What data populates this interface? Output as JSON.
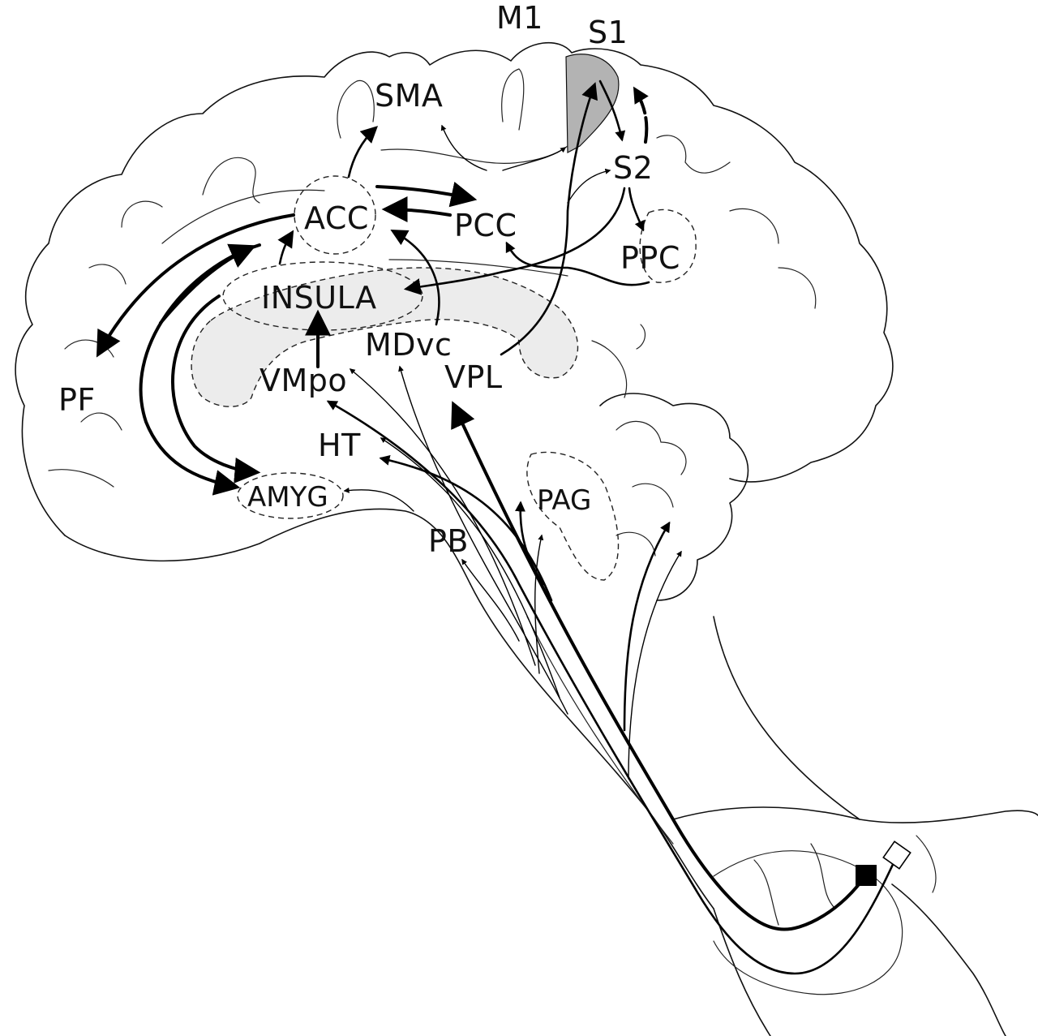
{
  "labels": {
    "m1": "M1",
    "s1": "S1",
    "sma": "SMA",
    "s2": "S2",
    "acc": "ACC",
    "pcc": "PCC",
    "ppc": "PPC",
    "insula": "INSULA",
    "mdvc": "MDvc",
    "vmpo": "VMpo",
    "vpl": "VPL",
    "pf": "PF",
    "ht": "HT",
    "amyg": "AMYG",
    "pag": "PAG",
    "pb": "PB"
  },
  "colors": {
    "s1_fill": "#b3b3b3",
    "insula_region_fill": "#ececec"
  }
}
